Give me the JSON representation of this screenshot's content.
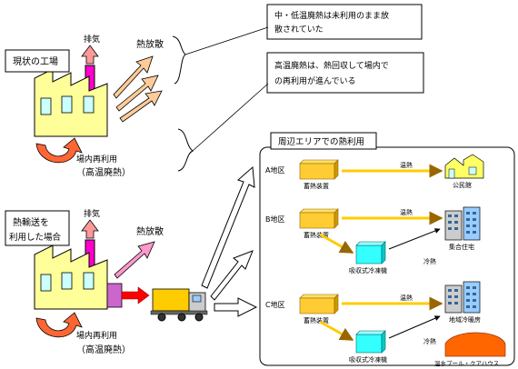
{
  "factory_current": {
    "label": "現状の工場",
    "exhaust": "排気",
    "heat_release": "熱放散",
    "reuse_line1": "場内再利用",
    "reuse_line2": "（高温廃熱）"
  },
  "factory_transport": {
    "label_line1": "熱輸送を",
    "label_line2": "利用した場合",
    "exhaust": "排気",
    "heat_release": "熱放散",
    "reuse_line1": "場内再利用",
    "reuse_line2": "（高温廃熱）"
  },
  "callouts": {
    "low_temp_line1": "中・低温廃熱は未利用のまま放",
    "low_temp_line2": "散されていた",
    "high_temp_line1": "高温廃熱は、熱回収して場内で",
    "high_temp_line2": "の再利用が進んでいる"
  },
  "panel": {
    "title": "周辺エリアでの熱利用",
    "district_a": {
      "label": "A地区",
      "storage": "蓄熱装置",
      "flow": "温熱",
      "facility": "公民館"
    },
    "district_b": {
      "label": "B地区",
      "storage": "蓄熱装置",
      "flow_hot": "温熱",
      "chiller": "吸収式冷凍機",
      "flow_cold": "冷熱",
      "facility": "集合住宅"
    },
    "district_c": {
      "label": "C地区",
      "storage": "蓄熱装置",
      "flow_hot": "温熱",
      "chiller": "吸収式冷凍機",
      "flow_cold": "冷熱",
      "facility": "地域冷暖房",
      "pool": "温水プール・クアハウス"
    }
  },
  "colors": {
    "factory_fill": "#ffff99",
    "chimney": "#ff00cc",
    "heat_arrow": "#ffcc99",
    "heat_arrow_pink": "#ff99cc",
    "reuse_arrow": "#ff6633",
    "storage_box": "#ffcc33",
    "chiller_box": "#33ffff",
    "flow_arrow": "#ffcc00",
    "pool": "#ff6600",
    "truck_cab": "#ffcc00",
    "connector": "#cc66cc"
  }
}
